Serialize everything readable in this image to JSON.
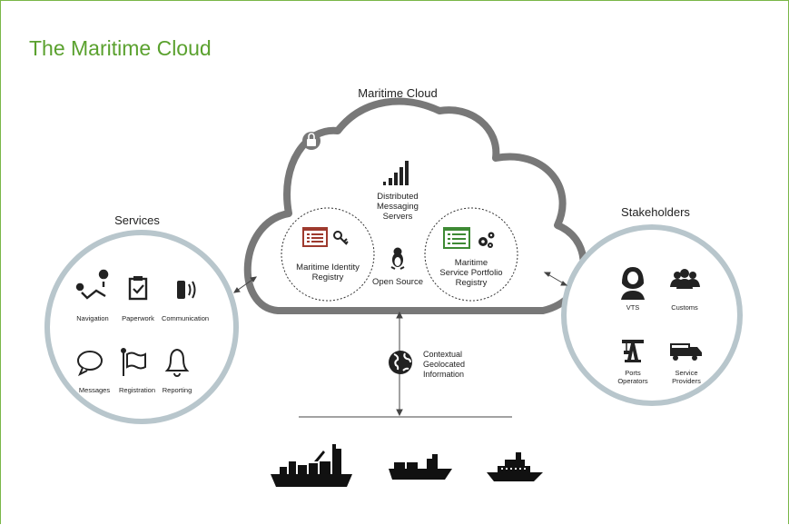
{
  "page": {
    "title": "The Maritime Cloud",
    "accent_color": "#5aa12e"
  },
  "cloud": {
    "title": "Maritime Cloud",
    "messaging": [
      "Distributed",
      "Messaging",
      "Servers"
    ],
    "identity": [
      "Maritime Identity",
      "Registry"
    ],
    "open_source": "Open Source",
    "portfolio": [
      "Maritime",
      "Service Portfolio",
      "Registry"
    ]
  },
  "services": {
    "title": "Services",
    "items": [
      {
        "label": "Navigation",
        "icon": "navigation-route-icon"
      },
      {
        "label": "Paperwork",
        "icon": "clipboard-icon"
      },
      {
        "label": "Communication",
        "icon": "phone-icon"
      },
      {
        "label": "Messages",
        "icon": "speech-bubble-icon"
      },
      {
        "label": "Registration",
        "icon": "flag-icon"
      },
      {
        "label": "Reporting",
        "icon": "bell-icon"
      }
    ]
  },
  "stakeholders": {
    "title": "Stakeholders",
    "items": [
      {
        "label": [
          "VTS"
        ],
        "icon": "operator-headset-icon"
      },
      {
        "label": [
          "Customs"
        ],
        "icon": "group-icon"
      },
      {
        "label": [
          "Ports",
          "Operators"
        ],
        "icon": "port-crane-icon"
      },
      {
        "label": [
          "Service",
          "Providers"
        ],
        "icon": "truck-icon"
      }
    ]
  },
  "geo": {
    "label": [
      "Contextual",
      "Geolocated",
      "Information"
    ],
    "icon": "globe-icon"
  },
  "ships": [
    {
      "icon": "container-ship-icon"
    },
    {
      "icon": "cargo-ship-icon"
    },
    {
      "icon": "cruise-ship-icon"
    }
  ]
}
